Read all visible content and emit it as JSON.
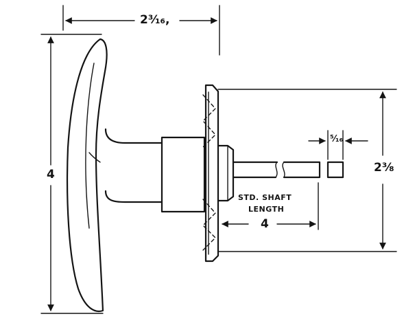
{
  "dimensions": {
    "overall_length": "2³⁄₁₆,",
    "handle_height": "4",
    "plate_height": "2⅜",
    "shaft_square": "⁵⁄₁₆",
    "shaft_length_value": "4"
  },
  "labels": {
    "shaft_line1": "STD. SHAFT",
    "shaft_line2": "LENGTH"
  },
  "colors": {
    "ink": "#141414",
    "paper": "#ffffff"
  }
}
